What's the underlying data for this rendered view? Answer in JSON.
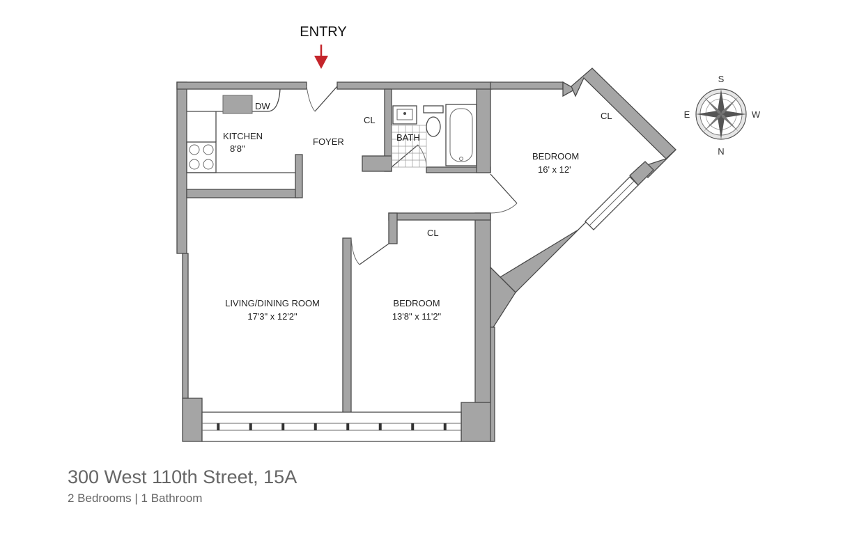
{
  "entry_label": "ENTRY",
  "rooms": {
    "kitchen": {
      "name": "KITCHEN",
      "size": "8'8\""
    },
    "dw": "DW",
    "foyer": "FOYER",
    "closet_foyer": "CL",
    "bath": "BATH",
    "bedroom_ne": {
      "name": "BEDROOM",
      "size": "16' x 12'"
    },
    "closet_bedroom_ne": "CL",
    "closet_bedroom_center": "CL",
    "living": {
      "name": "LIVING/DINING ROOM",
      "size": "17'3\" x 12'2\""
    },
    "bedroom_center": {
      "name": "BEDROOM",
      "size": "13'8\" x 11'2\""
    }
  },
  "compass": {
    "top": "S",
    "left": "E",
    "right": "W",
    "bottom": "N"
  },
  "colors": {
    "wall": "#a5a5a5",
    "entry_arrow": "#c4252b",
    "footer_text": "#666666"
  },
  "footer": {
    "title": "300 West 110th Street, 15A",
    "subtitle": "2 Bedrooms | 1 Bathroom"
  }
}
